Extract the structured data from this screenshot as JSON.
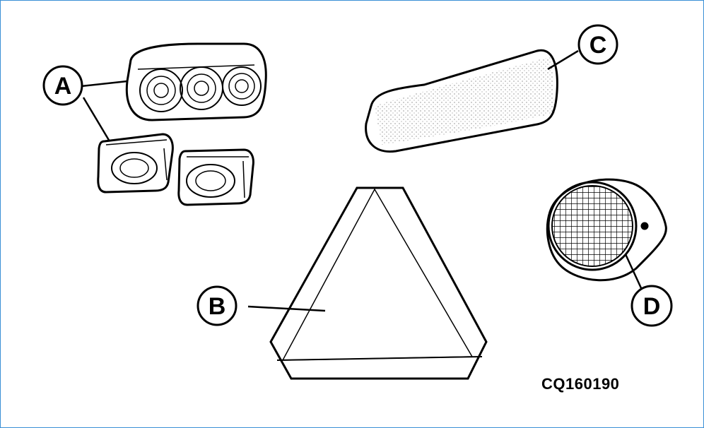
{
  "callouts": {
    "a": "A",
    "b": "B",
    "c": "C",
    "d": "D"
  },
  "figure_id": "CQ160190",
  "colors": {
    "border": "#3a8fd6",
    "ink": "#000000",
    "background": "#ffffff"
  }
}
